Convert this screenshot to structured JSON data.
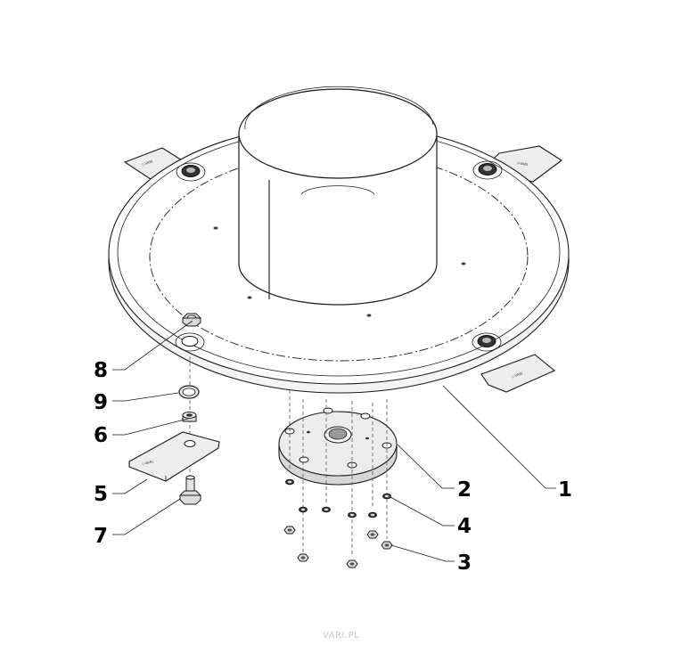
{
  "diagram": {
    "callouts": [
      {
        "id": "callout-1",
        "label": "1"
      },
      {
        "id": "callout-2",
        "label": "2"
      },
      {
        "id": "callout-3",
        "label": "3"
      },
      {
        "id": "callout-4",
        "label": "4"
      },
      {
        "id": "callout-5",
        "label": "5"
      },
      {
        "id": "callout-6",
        "label": "6"
      },
      {
        "id": "callout-7",
        "label": "7"
      },
      {
        "id": "callout-8",
        "label": "8"
      },
      {
        "id": "callout-9",
        "label": "9"
      }
    ],
    "blade_marking": "▷VARI",
    "watermark": "VARI.PL"
  }
}
